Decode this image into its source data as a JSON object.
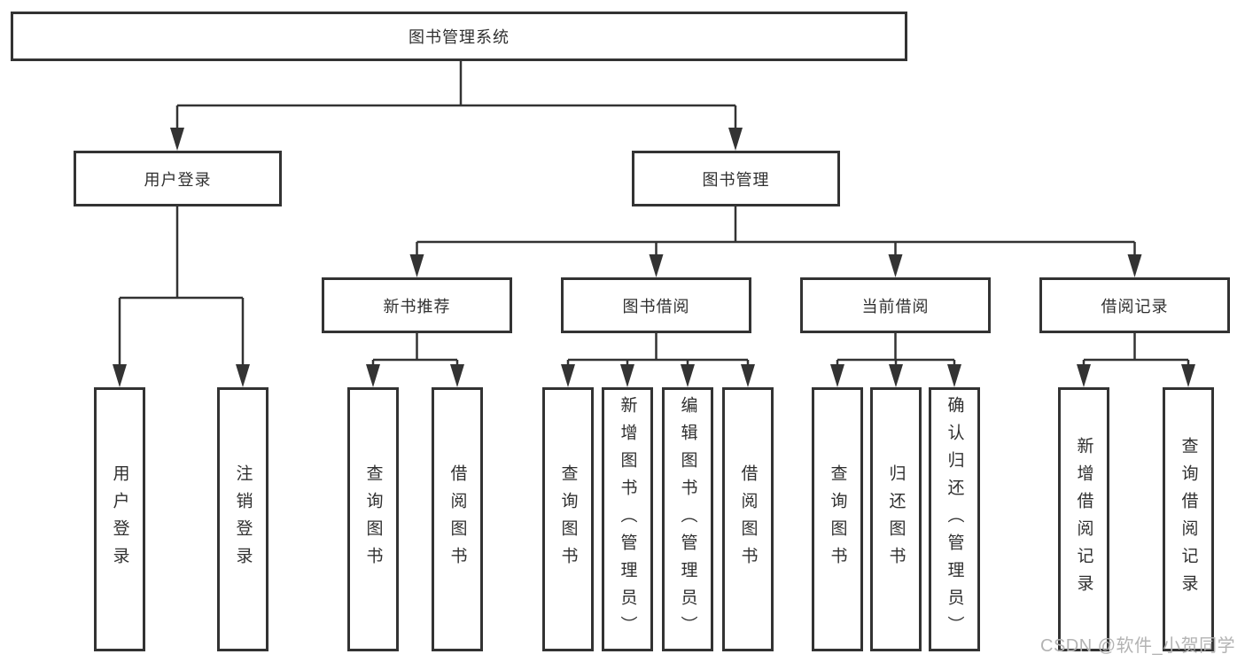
{
  "diagram": {
    "root": {
      "label": "图书管理系统"
    },
    "branches": [
      {
        "label": "用户登录",
        "children": [
          {
            "label": "用户登录"
          },
          {
            "label": "注销登录"
          }
        ]
      },
      {
        "label": "图书管理",
        "children": [
          {
            "label": "新书推荐",
            "children": [
              {
                "label": "查询图书"
              },
              {
                "label": "借阅图书"
              }
            ]
          },
          {
            "label": "图书借阅",
            "children": [
              {
                "label": "查询图书"
              },
              {
                "label": "新增图书（管理员）"
              },
              {
                "label": "编辑图书（管理员）"
              },
              {
                "label": "借阅图书"
              }
            ]
          },
          {
            "label": "当前借阅",
            "children": [
              {
                "label": "查询图书"
              },
              {
                "label": "归还图书"
              },
              {
                "label": "确认归还（管理员）"
              }
            ]
          },
          {
            "label": "借阅记录",
            "children": [
              {
                "label": "新增借阅记录"
              },
              {
                "label": "查询借阅记录"
              }
            ]
          }
        ]
      }
    ]
  },
  "watermark": {
    "text": "CSDN @软件_小贺同学"
  },
  "colors": {
    "line": "#333333",
    "box_border": "#333333",
    "box_background": "#ffffff",
    "text": "#303030",
    "watermark": "#b3b3b3",
    "page_background": "#ffffff"
  }
}
